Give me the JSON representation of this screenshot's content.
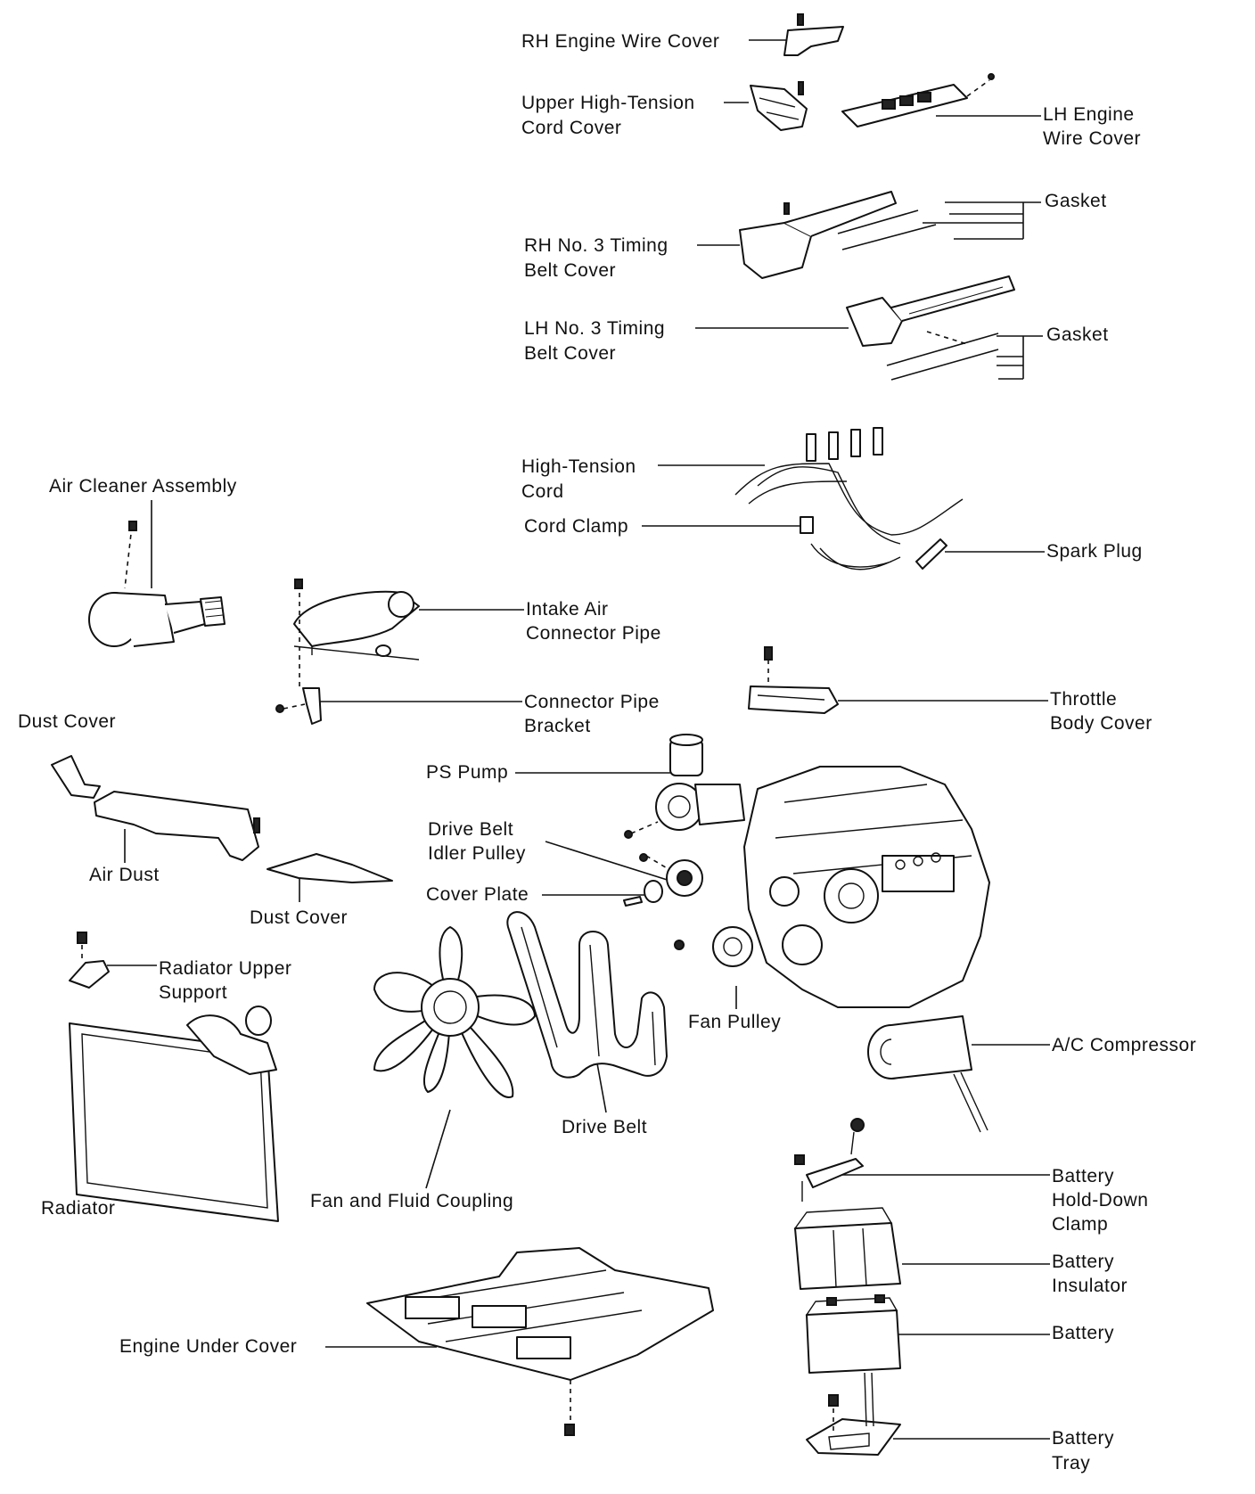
{
  "labels": {
    "rh_engine_wire_cover": "RH Engine Wire Cover",
    "upper_ht_cord_cover_1": "Upper High-Tension",
    "upper_ht_cord_cover_2": "Cord Cover",
    "lh_engine_wire_cover_1": "LH Engine",
    "lh_engine_wire_cover_2": "Wire Cover",
    "gasket_upper": "Gasket",
    "rh_timing_belt_cover_1": "RH No. 3 Timing",
    "rh_timing_belt_cover_2": "Belt Cover",
    "lh_timing_belt_cover_1": "LH No. 3 Timing",
    "lh_timing_belt_cover_2": "Belt Cover",
    "gasket_lower": "Gasket",
    "high_tension_cord_1": "High-Tension",
    "high_tension_cord_2": "Cord",
    "cord_clamp": "Cord Clamp",
    "spark_plug": "Spark Plug",
    "air_cleaner_assembly": "Air Cleaner Assembly",
    "intake_air_connector_pipe_1": "Intake Air",
    "intake_air_connector_pipe_2": "Connector Pipe",
    "connector_pipe_bracket_1": "Connector Pipe",
    "connector_pipe_bracket_2": "Bracket",
    "throttle_body_cover_1": "Throttle",
    "throttle_body_cover_2": "Body Cover",
    "dust_cover_left": "Dust Cover",
    "ps_pump": "PS Pump",
    "drive_belt_idler_pulley_1": "Drive Belt",
    "drive_belt_idler_pulley_2": "Idler Pulley",
    "air_dust": "Air Dust",
    "cover_plate": "Cover Plate",
    "dust_cover_right": "Dust Cover",
    "radiator_upper_support_1": "Radiator Upper",
    "radiator_upper_support_2": "Support",
    "fan_pulley": "Fan Pulley",
    "ac_compressor": "A/C Compressor",
    "drive_belt": "Drive Belt",
    "radiator": "Radiator",
    "fan_and_fluid_coupling": "Fan and Fluid Coupling",
    "battery_hold_down_clamp_1": "Battery",
    "battery_hold_down_clamp_2": "Hold-Down",
    "battery_hold_down_clamp_3": "Clamp",
    "battery_insulator_1": "Battery",
    "battery_insulator_2": "Insulator",
    "battery": "Battery",
    "engine_under_cover": "Engine Under Cover",
    "battery_tray_1": "Battery",
    "battery_tray_2": "Tray"
  }
}
